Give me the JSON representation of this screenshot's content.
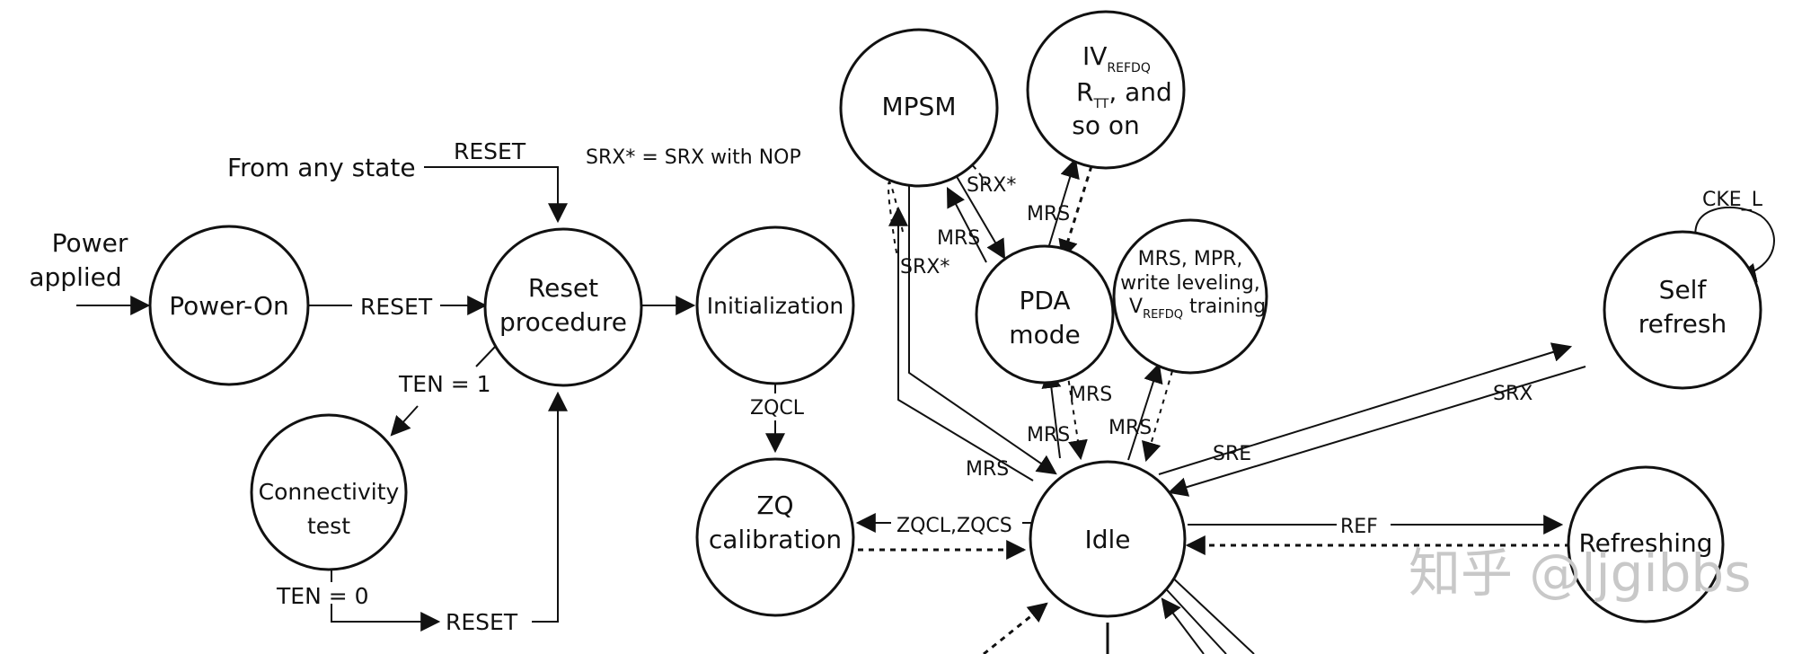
{
  "nodes": {
    "power_on": "Power-On",
    "reset_proc": [
      "Reset",
      "procedure"
    ],
    "init": "Initialization",
    "connectivity": [
      "Connectivity",
      "test"
    ],
    "zq": [
      "ZQ",
      "calibration"
    ],
    "mpsm": "MPSM",
    "pda": [
      "PDA",
      "mode"
    ],
    "ivref": {
      "l1": "IV",
      "l1_sub": "REFDQ",
      "l2a": "R",
      "l2_sub": "TT",
      "l2b": ", and",
      "l3": "so on"
    },
    "mrs_mpr": {
      "l1": "MRS, MPR,",
      "l2": "write leveling,",
      "l3a": "V",
      "l3_sub": "REFDQ",
      "l3b": " training"
    },
    "idle": "Idle",
    "self_refresh": [
      "Self",
      "refresh"
    ],
    "refreshing": "Refreshing"
  },
  "labels": {
    "power_applied": [
      "Power",
      "applied"
    ],
    "from_any": "From any state",
    "reset_top": "RESET",
    "reset_mid": "RESET",
    "reset_bottom": "RESET",
    "ten1": "TEN = 1",
    "ten0": "TEN = 0",
    "zqcl": "ZQCL",
    "zqcl_zqcs": "ZQCL,ZQCS",
    "srx_note": "SRX* = SRX with NOP",
    "srx_star_a": "SRX*",
    "srx_star_b": "SRX*",
    "mrs_a": "MRS",
    "mrs_b": "MRS",
    "mrs_c": "MRS",
    "mrs_d": "MRS",
    "mrs_e": "MRS",
    "mrs_f": "MRS",
    "sre": "SRE",
    "srx": "SRX",
    "cke_l": "CKE_L",
    "ref": "REF"
  },
  "watermark": "知乎 @ljgibbs"
}
